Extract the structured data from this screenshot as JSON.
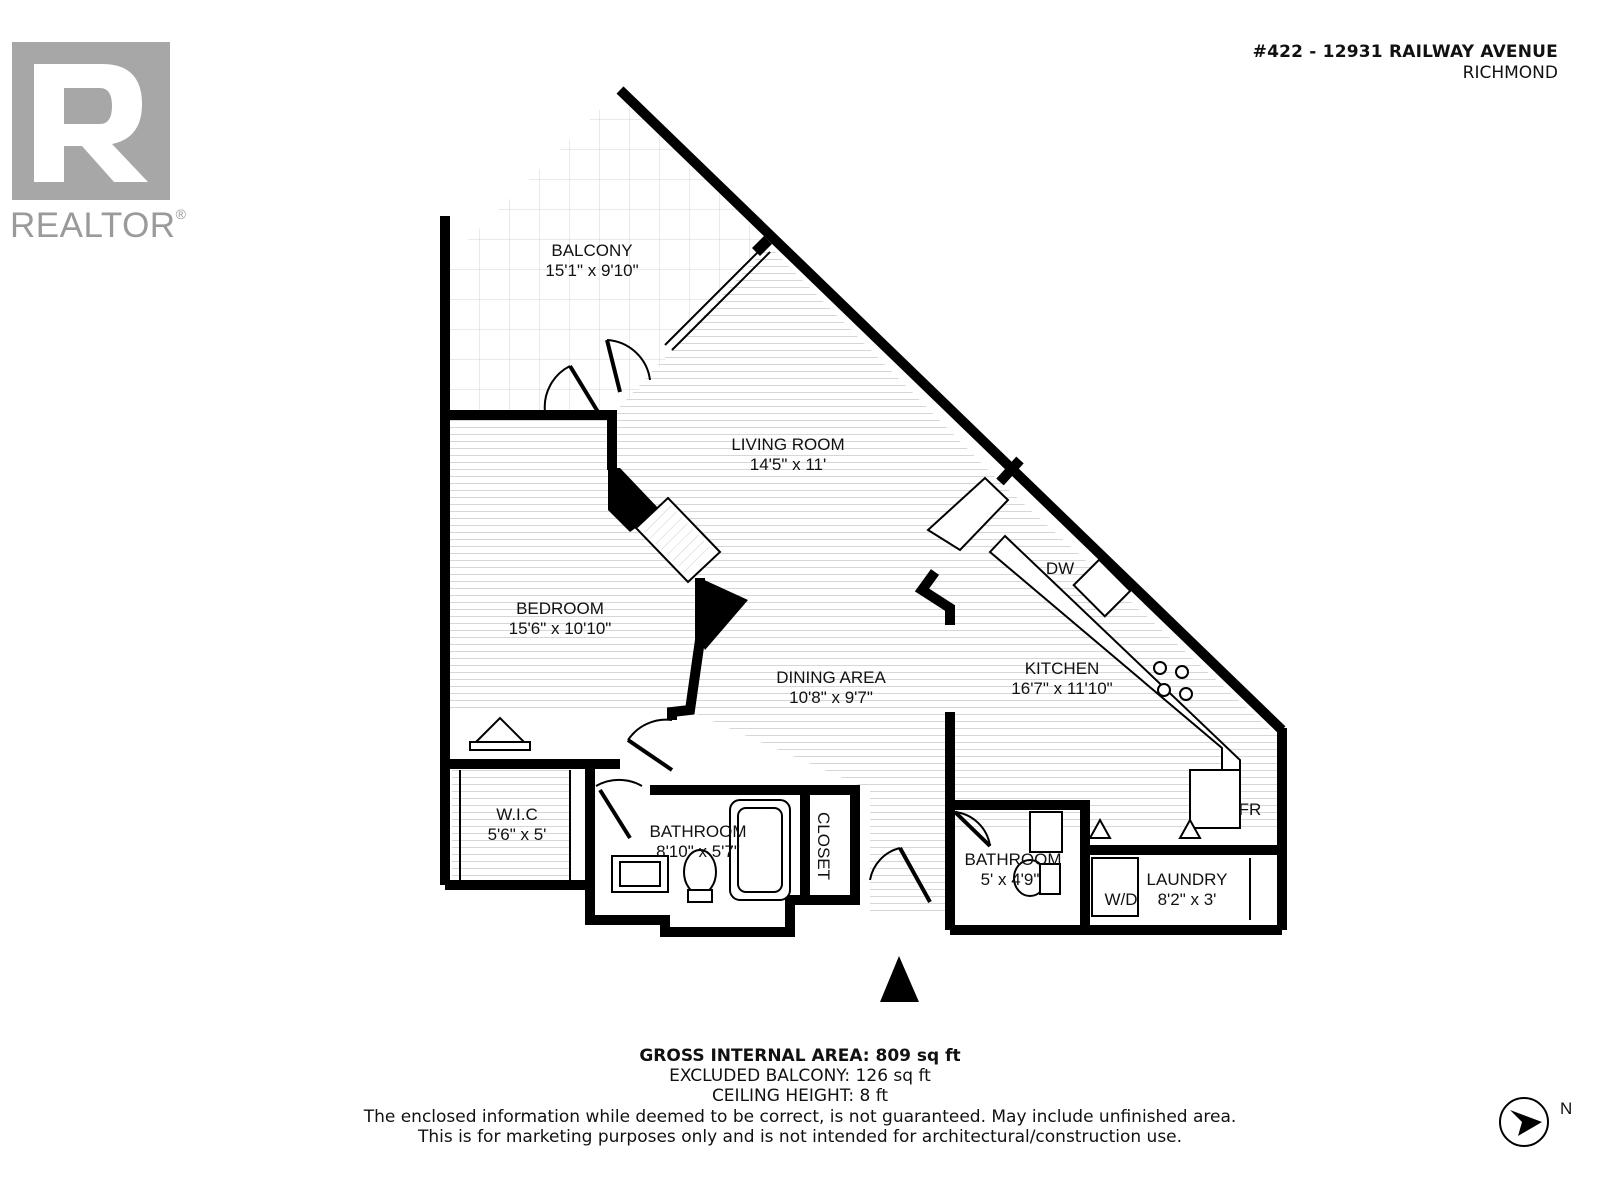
{
  "header": {
    "address_line1": "#422 - 12931 RAILWAY AVENUE",
    "address_line2": "RICHMOND"
  },
  "logo": {
    "brand": "REALTOR",
    "mark": "R"
  },
  "rooms": {
    "balcony": {
      "name": "BALCONY",
      "dims": "15'1\" x 9'10\""
    },
    "living_room": {
      "name": "LIVING ROOM",
      "dims": "14'5\" x 11'"
    },
    "bedroom": {
      "name": "BEDROOM",
      "dims": "15'6\" x 10'10\""
    },
    "dining_area": {
      "name": "DINING AREA",
      "dims": "10'8\" x 9'7\""
    },
    "kitchen": {
      "name": "KITCHEN",
      "dims": "16'7\" x 11'10\""
    },
    "wic": {
      "name": "W.I.C",
      "dims": "5'6\" x 5'"
    },
    "bathroom_main": {
      "name": "BATHROOM",
      "dims": "8'10\" x 5'7\""
    },
    "closet": {
      "name": "CLOSET"
    },
    "bathroom_small": {
      "name": "BATHROOM",
      "dims": "5' x 4'9\""
    },
    "laundry": {
      "name": "LAUNDRY",
      "dims": "8'2\" x 3'"
    }
  },
  "fixtures": {
    "dishwasher": "DW",
    "fridge": "FR",
    "washer_dryer": "W/D"
  },
  "footer": {
    "gross_area": "GROSS INTERNAL AREA: 809 sq ft",
    "excluded_balcony": "EXCLUDED BALCONY: 126 sq ft",
    "ceiling_height": "CEILING HEIGHT: 8 ft",
    "disclaimer_1": "The enclosed information while deemed to be correct, is not guaranteed. May include unfinished area.",
    "disclaimer_2": "This is for marketing purposes only and is not intended for architectural/construction use."
  },
  "compass": {
    "label": "N"
  },
  "colors": {
    "wall": "#000000",
    "floor_line": "#d9d9d9",
    "logo_gray": "#a7a7a7"
  }
}
